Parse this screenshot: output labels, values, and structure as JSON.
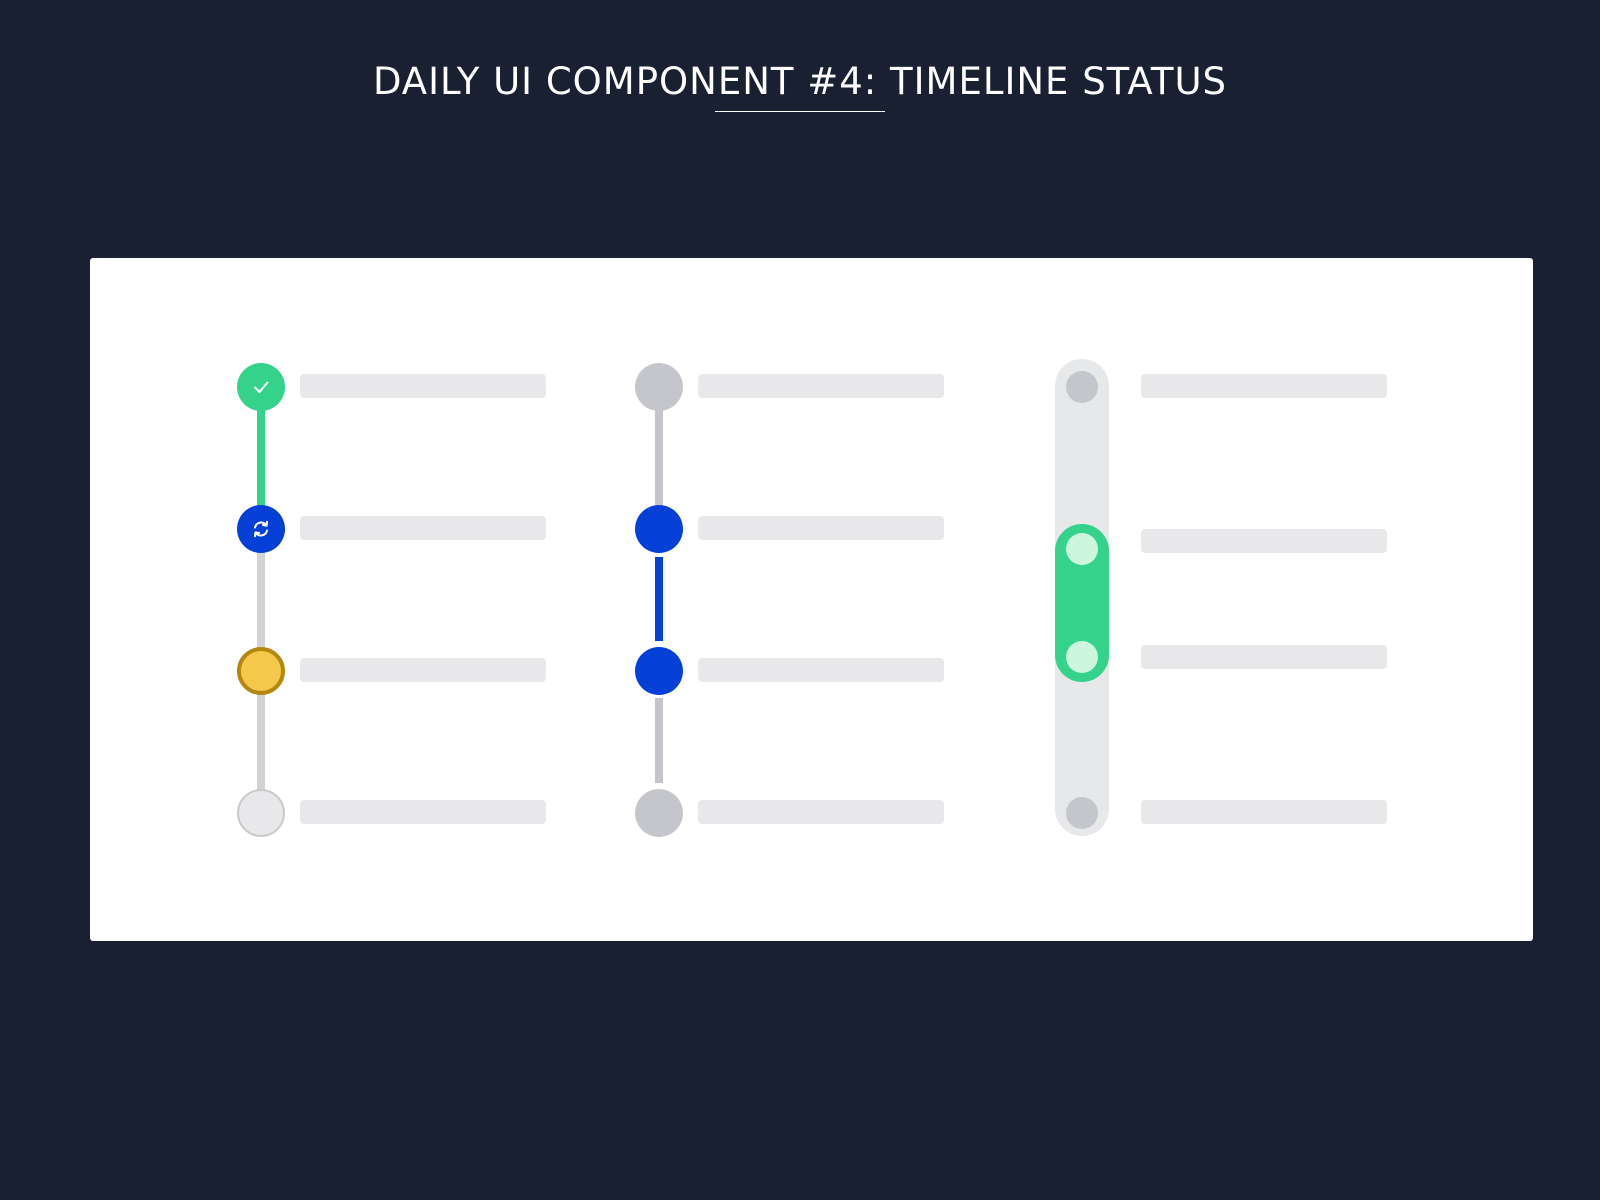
{
  "page": {
    "title": "DAILY UI COMPONENT #4: TIMELINE STATUS"
  },
  "colors": {
    "background": "#182032",
    "card": "#ffffff",
    "placeholder_bar": "#e8e8ea",
    "success_green": "#34d28b",
    "active_blue": "#0440d6",
    "warning_yellow": "#f4c84a",
    "warning_border": "#b38710",
    "inactive_gray": "#c4c6cb",
    "connector_gray": "#d2d3d5",
    "light_green_knob": "#cdf6df"
  },
  "timelines": [
    {
      "style": "status-icons",
      "steps": [
        {
          "status": "completed",
          "icon": "check-icon"
        },
        {
          "status": "in-progress",
          "icon": "sync-icon"
        },
        {
          "status": "warning",
          "icon": ""
        },
        {
          "status": "pending",
          "icon": ""
        }
      ]
    },
    {
      "style": "range-dots",
      "steps": [
        {
          "status": "inactive"
        },
        {
          "status": "active-start"
        },
        {
          "status": "active-end"
        },
        {
          "status": "inactive"
        }
      ]
    },
    {
      "style": "pill-slider",
      "steps": [
        {
          "status": "inactive"
        },
        {
          "status": "selected-start"
        },
        {
          "status": "selected-end"
        },
        {
          "status": "inactive"
        }
      ]
    }
  ]
}
